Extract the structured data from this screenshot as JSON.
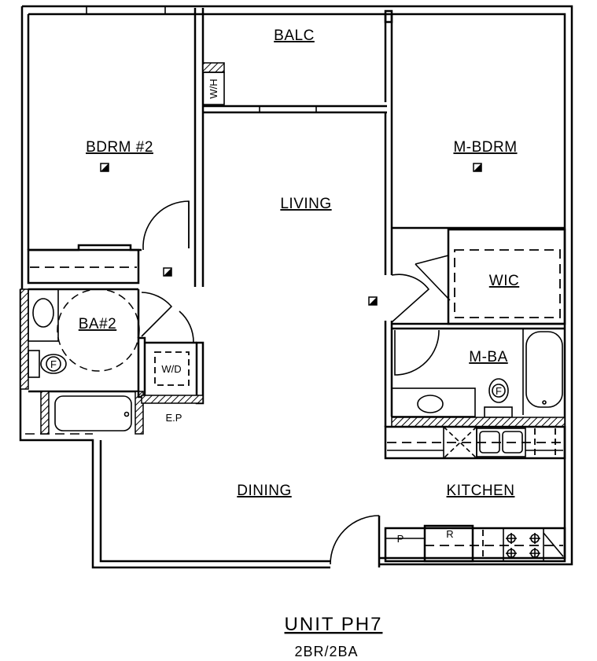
{
  "rooms": {
    "balcony": "BALC",
    "water_heater": "W/H",
    "bedroom_2": "BDRM #2",
    "master_bedroom": "M-BDRM",
    "living": "LIVING",
    "walk_in_closet": "WIC",
    "bath_2": "BA#2",
    "washer_dryer": "W/D",
    "electrical_panel": "E.P",
    "master_bath": "M-BA",
    "dining": "DINING",
    "kitchen": "KITCHEN",
    "pantry": "P",
    "refrigerator": "R",
    "toilet_mark": "F"
  },
  "unit": {
    "title": "UNIT PH7",
    "subtitle": "2BR/2BA"
  },
  "colors": {
    "line": "#000000",
    "background": "#ffffff"
  }
}
